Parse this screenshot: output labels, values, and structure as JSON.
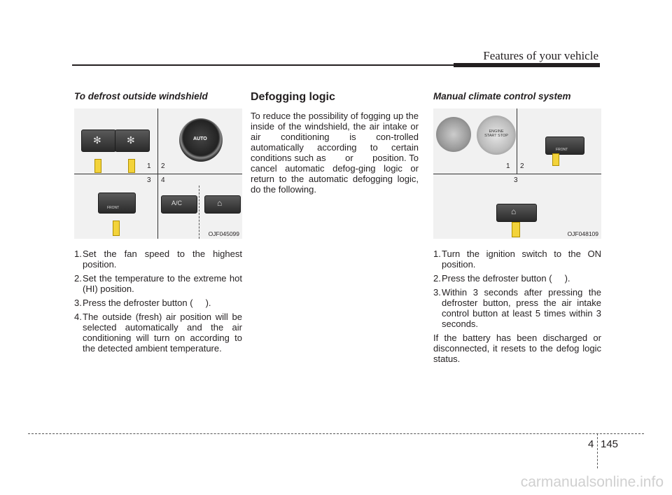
{
  "header": {
    "title": "Features of your vehicle"
  },
  "col1": {
    "heading": "To defrost outside windshield",
    "figure_code": "OJF045099",
    "figure_numbers": [
      "1",
      "2",
      "3",
      "4"
    ],
    "steps": [
      {
        "num": "1.",
        "text": "Set the fan speed to the highest position."
      },
      {
        "num": "2.",
        "text": "Set the temperature to the extreme hot (HI) position."
      },
      {
        "num": "3.",
        "text": "Press the defroster button (     )."
      },
      {
        "num": "4.",
        "text": "The outside (fresh) air position will be selected automatically and the air conditioning will turn on according to the detected ambient temperature."
      }
    ]
  },
  "col2": {
    "heading": "Defogging logic",
    "paragraph": "To reduce the possibility of fogging up the inside of the windshield, the air intake or air conditioning is con-trolled automatically according to certain conditions such as       or       position. To cancel automatic defog-ging logic or return to the automatic defogging logic, do the following."
  },
  "col3": {
    "heading": "Manual climate control system",
    "figure_code": "OJF048109",
    "figure_numbers": [
      "1",
      "2",
      "3"
    ],
    "start_button_text": "ENGINE START STOP",
    "steps": [
      {
        "num": "1.",
        "text": "Turn the ignition switch to the ON position."
      },
      {
        "num": "2.",
        "text": "Press the defroster button (     )."
      },
      {
        "num": "3.",
        "text": "Within 3 seconds after pressing the defroster button, press the air intake control button at least 5 times within 3 seconds."
      }
    ],
    "paragraph": "If the battery has been discharged or disconnected, it resets to the defog logic status."
  },
  "panel_labels": {
    "auto": "AUTO",
    "ac": "A/C",
    "front": "FRONT"
  },
  "footer": {
    "chapter": "4",
    "page": "145"
  },
  "watermark": "carmanualsonline.info",
  "colors": {
    "arrow": "#f3d33a",
    "text": "#231f20"
  }
}
